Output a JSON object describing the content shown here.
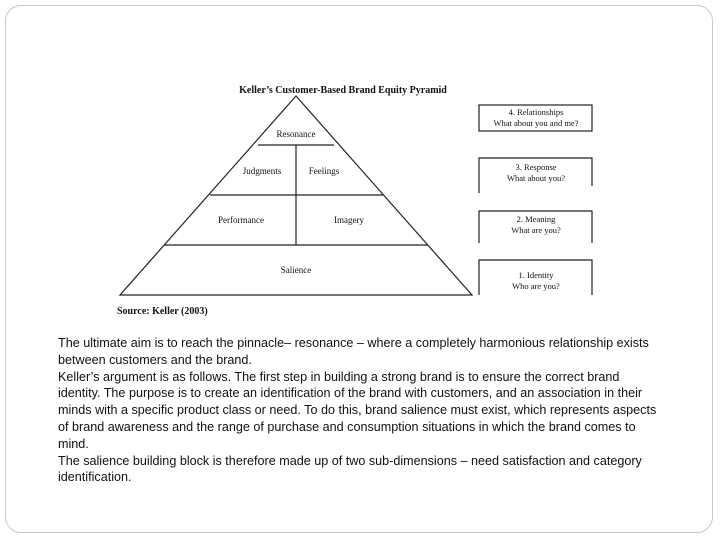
{
  "figure": {
    "title": "Keller’s Customer-Based Brand Equity Pyramid",
    "source": "Source: Keller (2003)",
    "pyramid": {
      "resonance": "Resonance",
      "judgments": "Judgments",
      "feelings": "Feelings",
      "performance": "Performance",
      "imagery": "Imagery",
      "salience": "Salience"
    },
    "steps": [
      {
        "line1": "4. Relationships",
        "line2": "What about you and me?"
      },
      {
        "line1": "3. Response",
        "line2": "What about you?"
      },
      {
        "line1": "2. Meaning",
        "line2": "What are you?"
      },
      {
        "line1": "1. Identity",
        "line2": "Who are you?"
      }
    ]
  },
  "body": {
    "paragraphs": [
      "The ultimate aim is to reach the pinnacle– resonance – where a completely harmonious relationship exists between customers and the brand.",
      "Keller’s argument is as follows. The first step in building a strong brand is to ensure the correct brand identity. The purpose is to create an identification of the brand with customers, and an association in their minds with a specific product class or need. To do this, brand salience must exist, which represents aspects of brand awareness and the range of purchase and consumption situations in which the brand comes to mind.",
      "The salience building block is therefore made up of two sub-dimensions – need satisfaction and category identification."
    ]
  }
}
